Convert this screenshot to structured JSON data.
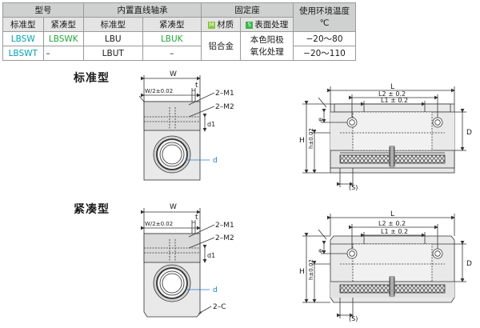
{
  "table": {
    "h_model": "型号",
    "h_bearing": "内置直线轴承",
    "h_mount": "固定座",
    "h_temp": "使用环境温度",
    "h_temp_unit": "℃",
    "sub_std": "标准型",
    "sub_compact": "紧凑型",
    "sub_b_std": "标准型",
    "sub_b_compact": "紧凑型",
    "sub_material": "材质",
    "sub_surface": "表面处理",
    "badge_m": "M",
    "badge_s": "S",
    "r1": {
      "std": "LBSW",
      "compact": "LBSWK",
      "b_std": "LBU",
      "b_compact": "LBUK",
      "temp": "−20～80"
    },
    "r2": {
      "std": "LBSWT",
      "compact": "–",
      "b_std": "LBUT",
      "b_compact": "–",
      "temp": "−20～110"
    },
    "material": "铝合金",
    "surface_1": "本色阳极",
    "surface_2": "氧化处理"
  },
  "sections": {
    "standard": "标准型",
    "compact": "紧凑型"
  },
  "drawing_labels": {
    "W": "W",
    "W2": "W/2±0.02",
    "t": "t",
    "M1": "2–M1",
    "M2": "2–M2",
    "d1": "d1",
    "d": "d",
    "C": "2–C",
    "L": "L",
    "L2": "L2 ± 0.2",
    "L1": "L1 ± 0.2",
    "H": "H",
    "h": "h±0.02",
    "e": "e",
    "D": "D",
    "S": "(S)"
  }
}
